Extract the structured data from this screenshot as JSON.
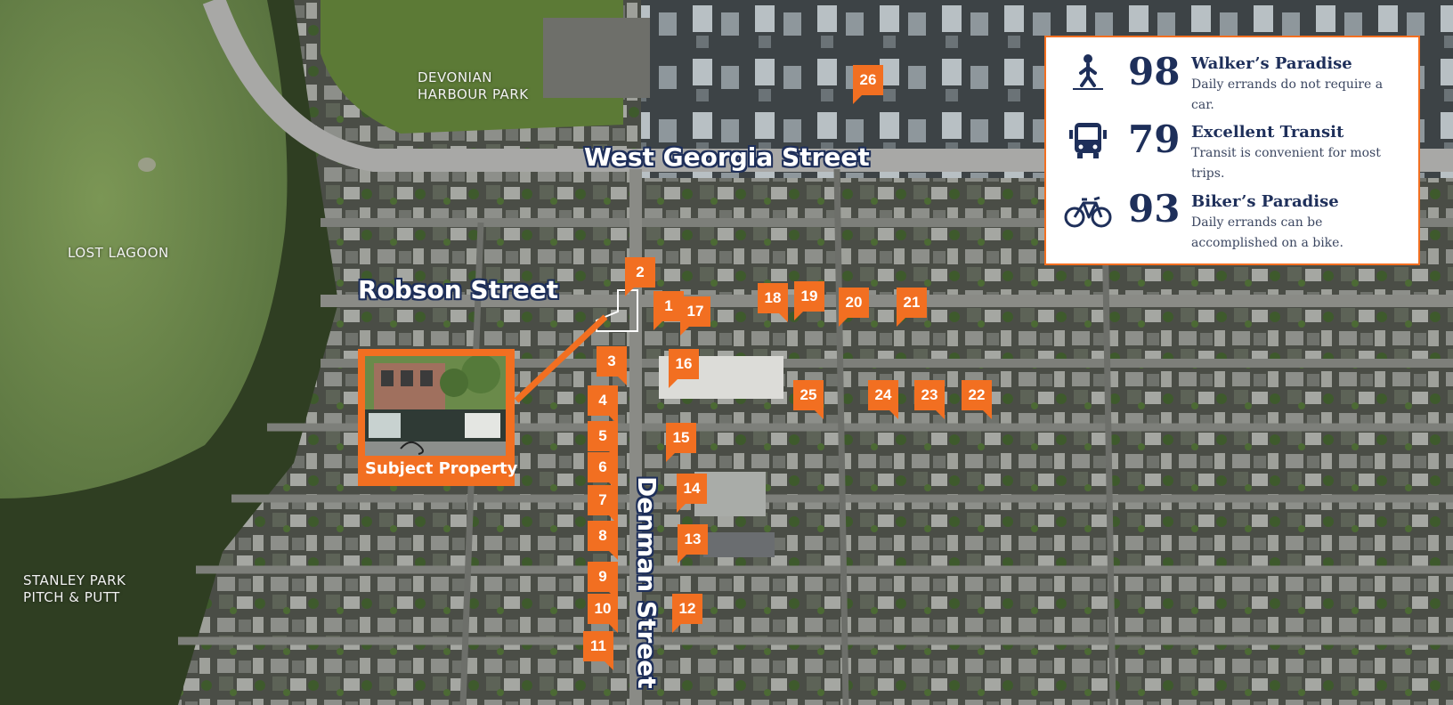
{
  "places": {
    "devonian": "DEVONIAN\nHARBOUR PARK",
    "lost_lagoon": "LOST LAGOON",
    "pitch_putt": "STANLEY PARK\nPITCH & PUTT"
  },
  "streets": {
    "west_georgia": "West Georgia Street",
    "robson": "Robson Street",
    "denman": "Denman Street"
  },
  "subject": {
    "label": "Subject Property"
  },
  "markers": [
    "1",
    "2",
    "3",
    "4",
    "5",
    "6",
    "7",
    "8",
    "9",
    "10",
    "11",
    "12",
    "13",
    "14",
    "15",
    "16",
    "17",
    "18",
    "19",
    "20",
    "21",
    "22",
    "23",
    "24",
    "25",
    "26"
  ],
  "scores": [
    {
      "icon": "walk-icon",
      "value": "98",
      "title": "Walker’s Paradise",
      "desc": "Daily errands do not require a car."
    },
    {
      "icon": "bus-icon",
      "value": "79",
      "title": "Excellent Transit",
      "desc": "Transit is convenient for most trips."
    },
    {
      "icon": "bike-icon",
      "value": "93",
      "title": "Biker’s Paradise",
      "desc": "Daily errands can be accomplished on a bike."
    }
  ],
  "colors": {
    "accent": "#f26f21",
    "navy": "#1e2f5a",
    "lagoon": "#6e8a4a"
  }
}
